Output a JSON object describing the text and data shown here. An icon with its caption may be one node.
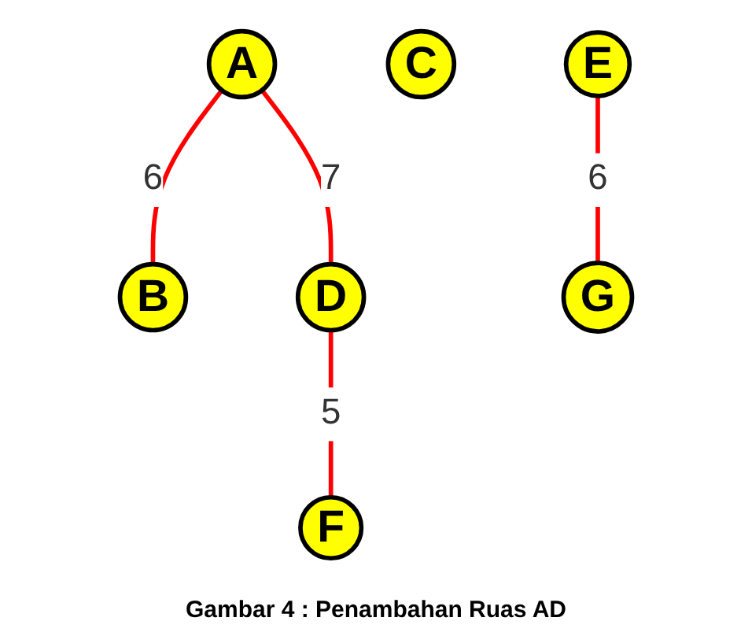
{
  "diagram": {
    "caption": "Gambar 4 : Penambahan Ruas AD",
    "nodes": [
      {
        "text": [
          "A"
        ]
      },
      {
        "text": [
          "B"
        ]
      },
      {
        "text": [
          "C"
        ]
      },
      {
        "text": [
          "D"
        ]
      },
      {
        "text": [
          "E"
        ]
      },
      {
        "text": [
          "F"
        ]
      },
      {
        "text": [
          "G"
        ]
      }
    ],
    "edges": [
      {
        "from": 0,
        "to": 1,
        "arrow": "none",
        "label": "6"
      },
      {
        "from": 0,
        "to": 3,
        "arrow": "none",
        "label": "7"
      },
      {
        "from": 3,
        "to": 5,
        "arrow": "none",
        "label": "5"
      },
      {
        "from": 4,
        "to": 6,
        "arrow": "none",
        "label": "6"
      }
    ]
  }
}
